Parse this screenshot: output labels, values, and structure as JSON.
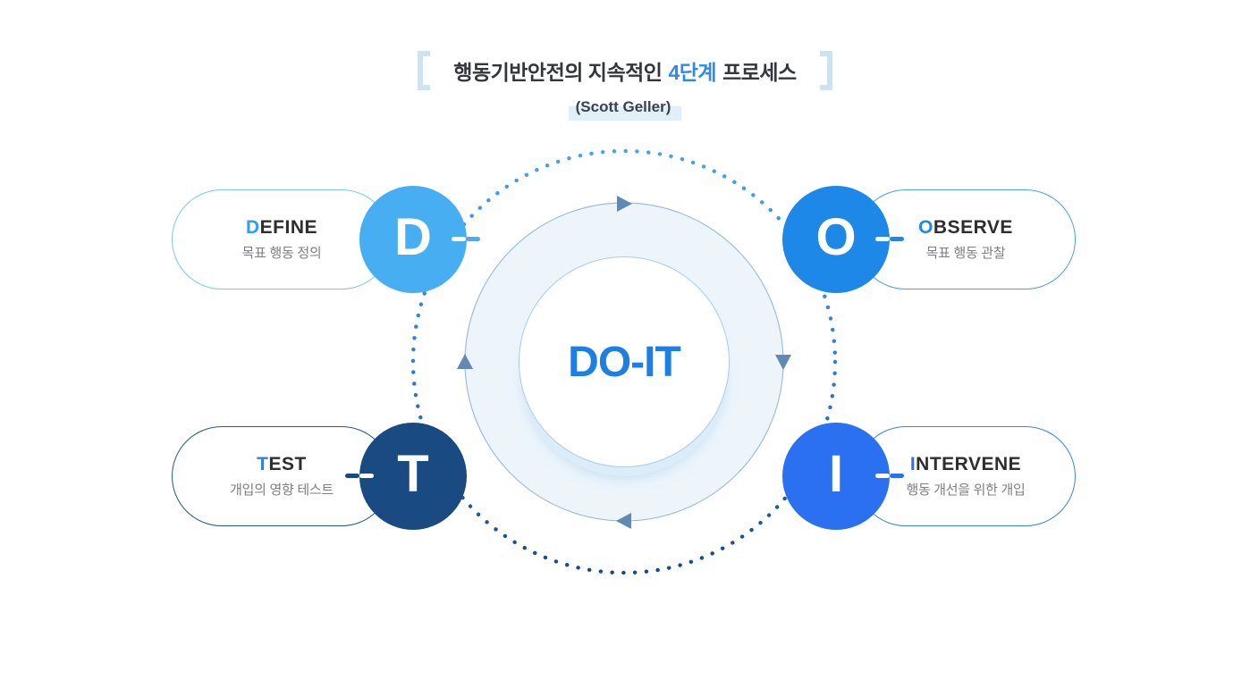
{
  "title": {
    "part1": "행동기반안전의 지속적인",
    "accent": "4단계",
    "part2": "프로세스",
    "subtitle": "(Scott Geller)"
  },
  "center": {
    "label": "DO-IT"
  },
  "nodes": [
    {
      "id": "define",
      "letter": "D",
      "word_initial": "D",
      "word_rest": "EFINE",
      "subtitle": "목표 행동 정의",
      "circle_color": "#47AEF1",
      "initial_color": "#2E9FF0"
    },
    {
      "id": "observe",
      "letter": "O",
      "word_initial": "O",
      "word_rest": "BSERVE",
      "subtitle": "목표 행동 관찰",
      "circle_color": "#1E88E8",
      "initial_color": "#1E88E8"
    },
    {
      "id": "test",
      "letter": "T",
      "word_initial": "T",
      "word_rest": "EST",
      "subtitle": "개입의 영향 테스트",
      "circle_color": "#1A4A82",
      "initial_color": "#2F80ED"
    },
    {
      "id": "intervene",
      "letter": "I",
      "word_initial": "I",
      "word_rest": "NTERVENE",
      "subtitle": "행동 개선을 위한 개입",
      "circle_color": "#2B70F0",
      "initial_color": "#2B70F0"
    }
  ],
  "colors": {
    "title_accent": "#2E8AEE",
    "bracket": "#CBE3F3",
    "doit_text": "#1D7FE3",
    "arrow": "#6288B4",
    "dots_top": "#47A2F3",
    "dots_bottom": "#1A4A82",
    "ring_fill": "#EDF5FB",
    "ring_stroke": "#A0BCDA"
  }
}
